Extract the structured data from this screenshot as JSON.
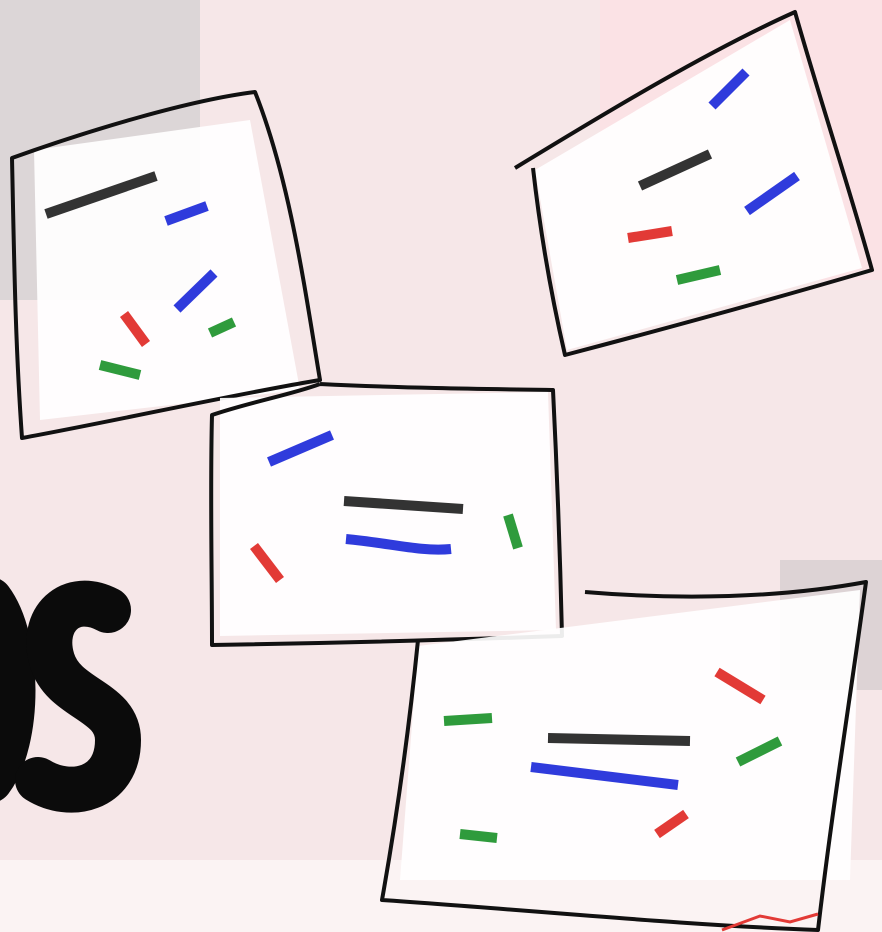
{
  "colors": {
    "background": "#f6e7e8",
    "card_fill": "#ffffff",
    "outline": "#111111",
    "bar_black": "#333333",
    "bar_blue": "#2f3bdc",
    "bar_red": "#e23a36",
    "bar_green": "#2f9b3c"
  },
  "cards": [
    {
      "name": "sketch-card-top-left"
    },
    {
      "name": "sketch-card-top-right"
    },
    {
      "name": "sketch-card-middle"
    },
    {
      "name": "sketch-card-bottom-right"
    }
  ],
  "large_glyph": "black-brush-letters-partial"
}
